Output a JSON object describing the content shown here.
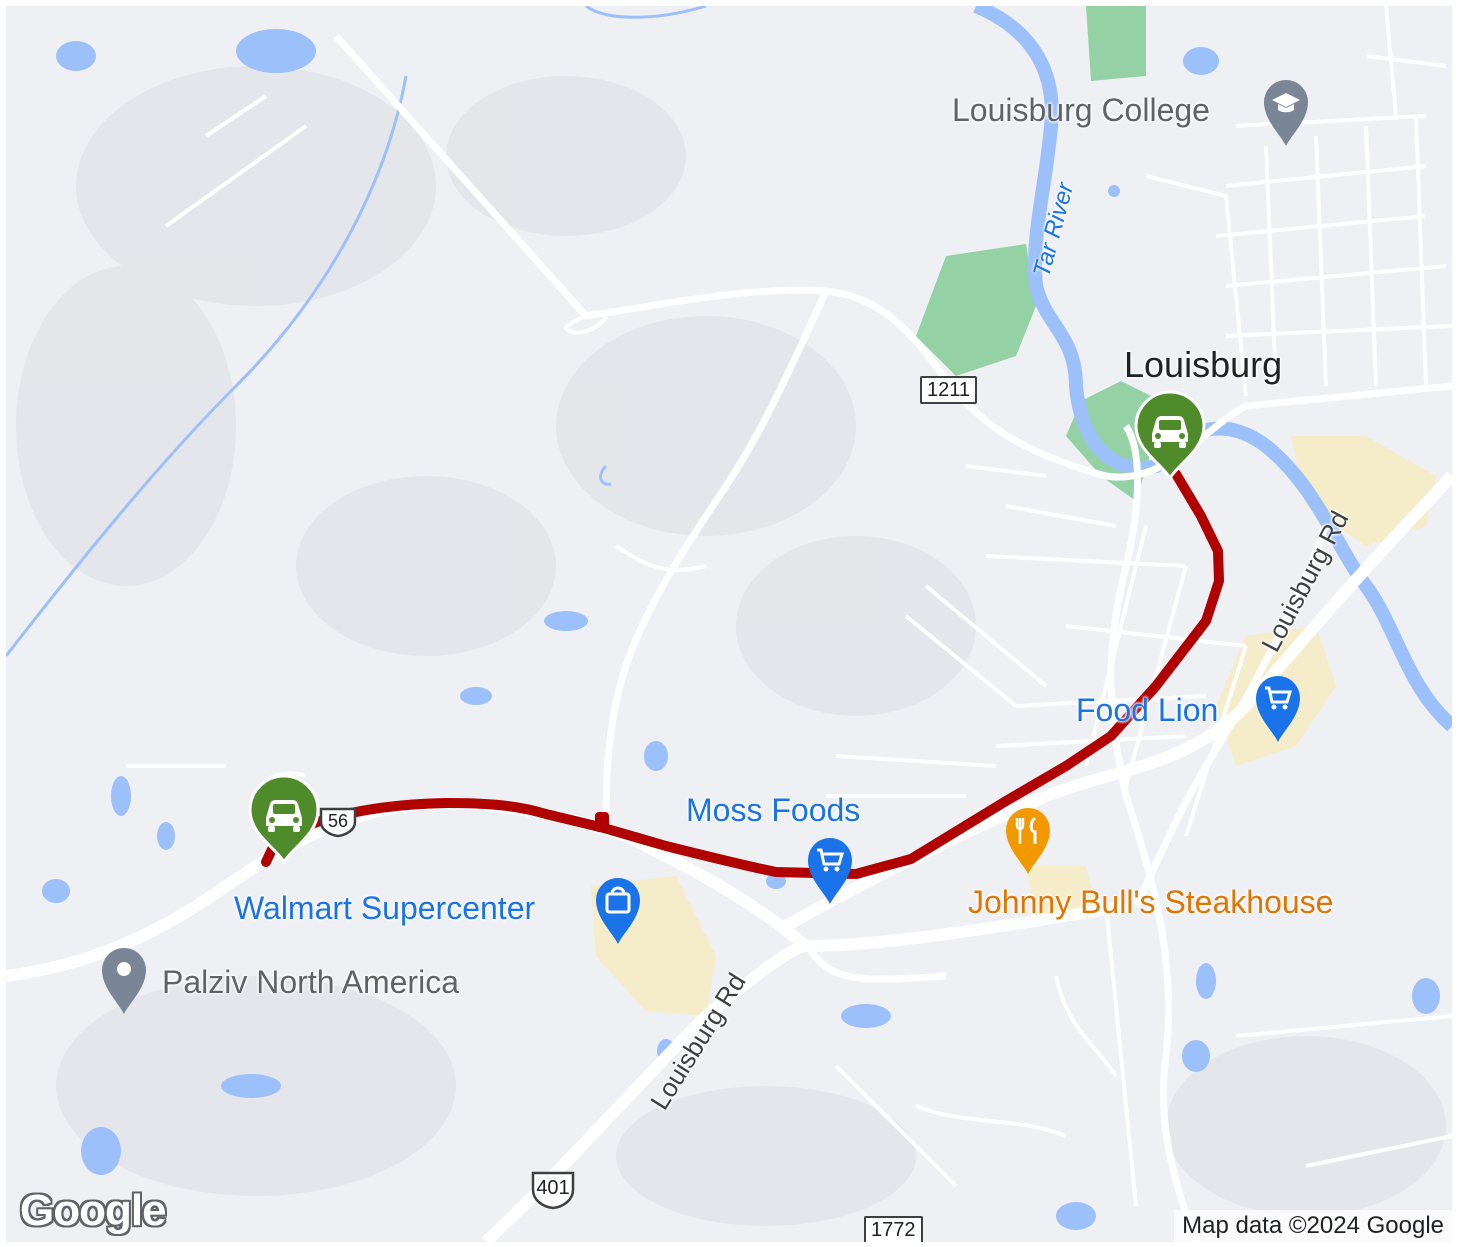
{
  "map": {
    "town": "Louisburg",
    "places": {
      "college": "Louisburg College",
      "food_lion": "Food Lion",
      "moss_foods": "Moss Foods",
      "walmart": "Walmart Supercenter",
      "palziv": "Palziv North America",
      "johnny_bulls": "Johnny Bull's Steakhouse"
    },
    "roads": {
      "louisburg_rd_east": "Louisburg Rd",
      "louisburg_rd_south": "Louisburg Rd",
      "shield_1211": "1211",
      "shield_1772": "1772",
      "shield_us401": "401",
      "shield_56": "56"
    },
    "river": "Tar River",
    "logo": "Google",
    "attribution": "Map data ©2024 Google",
    "colors": {
      "route": "#b00000",
      "marker": "#4f8a2b",
      "water": "#9cc0f9",
      "park": "#94d2a5",
      "commercial": "#f5ecc9",
      "poi_blue": "#1a73e8",
      "poi_orange": "#e37400"
    },
    "icons": {
      "start_marker": "car-icon",
      "end_marker": "car-icon",
      "college": "graduation-cap-icon",
      "shopping": "shopping-bag-icon",
      "grocery": "shopping-cart-icon",
      "restaurant": "fork-knife-icon",
      "generic_place": "place-pin-icon"
    }
  }
}
